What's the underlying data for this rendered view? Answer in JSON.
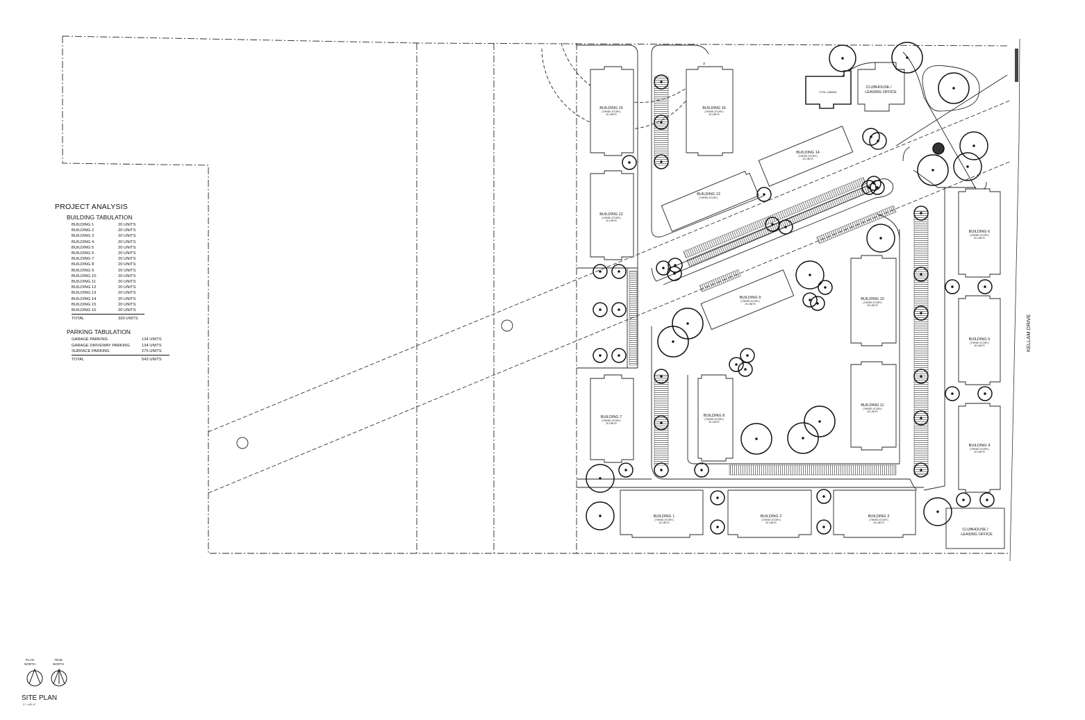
{
  "project_analysis": {
    "title": "PROJECT ANALYSIS",
    "building_tabulation": {
      "heading": "BUILDING TABULATION",
      "rows": [
        {
          "name": "BUILDING 1",
          "units": "20 UNITS"
        },
        {
          "name": "BUILDING 2",
          "units": "20 UNITS"
        },
        {
          "name": "BUILDING 3",
          "units": "20 UNITS"
        },
        {
          "name": "BUILDING 4",
          "units": "20 UNITS"
        },
        {
          "name": "BUILDING 5",
          "units": "20 UNITS"
        },
        {
          "name": "BUILDING 6",
          "units": "20 UNITS"
        },
        {
          "name": "BUILDING 7",
          "units": "20 UNITS"
        },
        {
          "name": "BUILDING 8",
          "units": "20 UNITS"
        },
        {
          "name": "BUILDING 9",
          "units": "20 UNITS"
        },
        {
          "name": "BUILDING 10",
          "units": "20 UNITS"
        },
        {
          "name": "BUILDING 11",
          "units": "20 UNITS"
        },
        {
          "name": "BUILDING 12",
          "units": "20 UNITS"
        },
        {
          "name": "BUILDING 13",
          "units": "20 UNITS"
        },
        {
          "name": "BUILDING 14",
          "units": "20 UNITS"
        },
        {
          "name": "BUILDING 15",
          "units": "20 UNITS"
        },
        {
          "name": "BUILDING 16",
          "units": "20 UNITS"
        }
      ],
      "total_label": "TOTAL",
      "total_value": "320 UNITS"
    },
    "parking_tabulation": {
      "heading": "PARKING TABULATION",
      "rows": [
        {
          "name": "GARAGE PARKING",
          "units": "134 UNITS"
        },
        {
          "name": "GARAGE DRIVEWAY PARKING",
          "units": "134 UNITS"
        },
        {
          "name": "SURFACE PARKING",
          "units": "275 UNITS"
        }
      ],
      "total_label": "TOTAL",
      "total_value": "543 UNITS"
    }
  },
  "buildings": [
    {
      "id": "b15",
      "name": "BUILDING 15",
      "sub": "(THREE-STORY)",
      "units": "20 UNITS"
    },
    {
      "id": "b16",
      "name": "BUILDING 16",
      "sub": "(THREE-STORY)",
      "units": "20 UNITS"
    },
    {
      "id": "b12",
      "name": "BUILDING 12",
      "sub": "(THREE-STORY)",
      "units": "20 UNITS"
    },
    {
      "id": "b13",
      "name": "BUILDING 13",
      "sub": "(THREE-STORY)",
      "units": ""
    },
    {
      "id": "b14",
      "name": "BUILDING 14",
      "sub": "(THREE-STORY)",
      "units": "20 UNITS"
    },
    {
      "id": "b9",
      "name": "BUILDING 9",
      "sub": "(THREE-STORY)",
      "units": "20 UNITS"
    },
    {
      "id": "b10",
      "name": "BUILDING 10",
      "sub": "(THREE-STORY)",
      "units": "20 UNITS"
    },
    {
      "id": "b11",
      "name": "BUILDING 11",
      "sub": "(THREE-STORY)",
      "units": "20 UNITS"
    },
    {
      "id": "b7",
      "name": "BUILDING 7",
      "sub": "(THREE-STORY)",
      "units": "20 UNITS"
    },
    {
      "id": "b8",
      "name": "BUILDING 8",
      "sub": "(THREE-STORY)",
      "units": "20 UNITS"
    },
    {
      "id": "b6",
      "name": "BUILDING 6",
      "sub": "(THREE-STORY)",
      "units": "20 UNITS"
    },
    {
      "id": "b5",
      "name": "BUILDING 5",
      "sub": "(THREE-STORY)",
      "units": "20 UNITS"
    },
    {
      "id": "b4",
      "name": "BUILDING 4",
      "sub": "(THREE-STORY)",
      "units": "20 UNITS"
    },
    {
      "id": "b1",
      "name": "BUILDING 1",
      "sub": "(THREE-STORY)",
      "units": "20 UNITS"
    },
    {
      "id": "b2",
      "name": "BUILDING 2",
      "sub": "(THREE-STORY)",
      "units": "20 UNITS"
    },
    {
      "id": "b3",
      "name": "BUILDING 3",
      "sub": "(THREE-STORY)",
      "units": "20 UNITS"
    }
  ],
  "clubhouse_top": {
    "line1": "CLUBHOUSE /",
    "line2": "LEASING OFFICE",
    "cabana": "POOL CABANA"
  },
  "clubhouse_bottom": {
    "line1": "CLUBHOUSE /",
    "line2": "LEASING OFFICE"
  },
  "road": "KELLAM DRIVE",
  "north_arrows": {
    "plan_1": "PLAN",
    "plan_2": "NORTH",
    "true_1": "TRUE",
    "true_2": "NORTH"
  },
  "site_plan": {
    "title": "SITE PLAN",
    "scale": "1\" = 60'-0\""
  }
}
